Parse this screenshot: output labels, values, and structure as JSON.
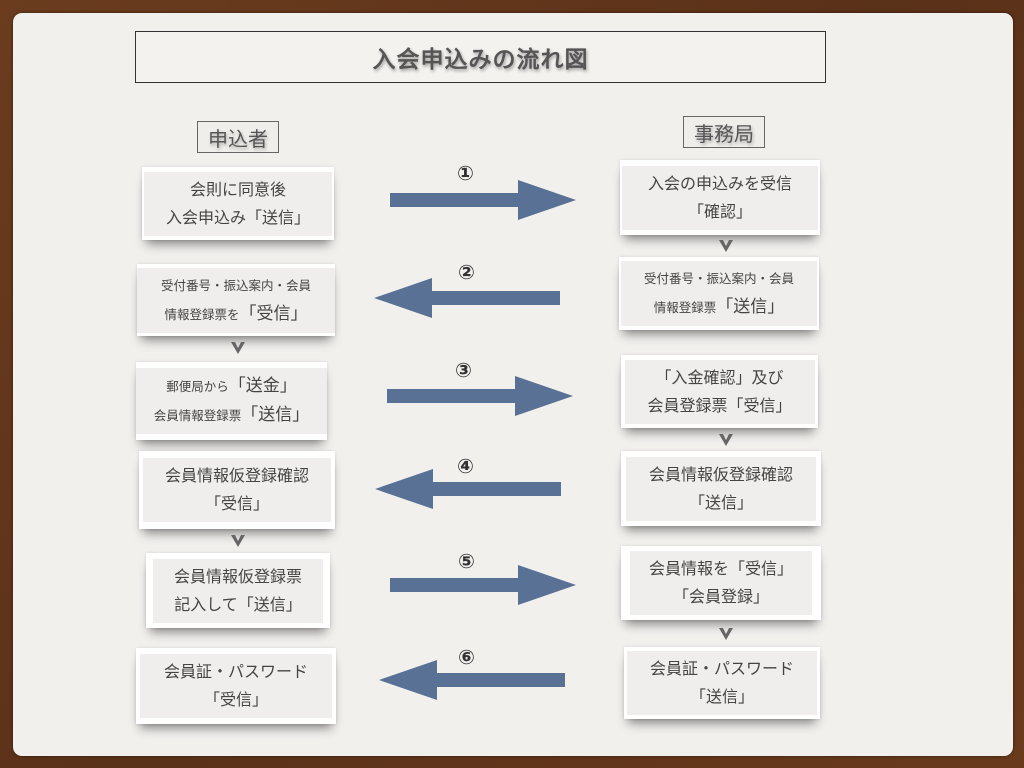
{
  "title": "入会申込みの流れ図",
  "columns": {
    "applicant": "申込者",
    "office": "事務局"
  },
  "applicant_steps": [
    {
      "lines": [
        "会則に同意後",
        "入会申込み「送信」"
      ]
    },
    {
      "lines": [
        "受付番号・振込案内・会員",
        "情報登録票を"
      ],
      "emph": "「受信」"
    },
    {
      "lines": [
        "郵便局から",
        "会員情報登録票"
      ],
      "emph1": "「送金」",
      "emph2": "「送信」"
    },
    {
      "lines": [
        "会員情報仮登録確認",
        "「受信」"
      ]
    },
    {
      "lines": [
        "会員情報仮登録票",
        "記入して「送信」"
      ]
    },
    {
      "lines": [
        "会員証・パスワード",
        "「受信」"
      ]
    }
  ],
  "office_steps": [
    {
      "lines": [
        "入会の申込みを受信",
        "「確認」"
      ]
    },
    {
      "lines": [
        "受付番号・振込案内・会員",
        "情報登録票"
      ],
      "emph": "「送信」"
    },
    {
      "lines": [
        "「入金確認」及び",
        "会員登録票「受信」"
      ]
    },
    {
      "lines": [
        "会員情報仮登録確認",
        "「送信」"
      ]
    },
    {
      "lines": [
        "会員情報を「受信」",
        "「会員登録」"
      ]
    },
    {
      "lines": [
        "会員証・パスワード",
        "「送信」"
      ]
    }
  ],
  "flows": [
    {
      "number": "①",
      "direction": "right"
    },
    {
      "number": "②",
      "direction": "left"
    },
    {
      "number": "③",
      "direction": "right"
    },
    {
      "number": "④",
      "direction": "left"
    },
    {
      "number": "⑤",
      "direction": "right"
    },
    {
      "number": "⑥",
      "direction": "left"
    }
  ],
  "colors": {
    "arrow": "#5a7196",
    "frame": "#5e3418",
    "paper": "#f1f0ed",
    "down_arrow": "#666666"
  }
}
